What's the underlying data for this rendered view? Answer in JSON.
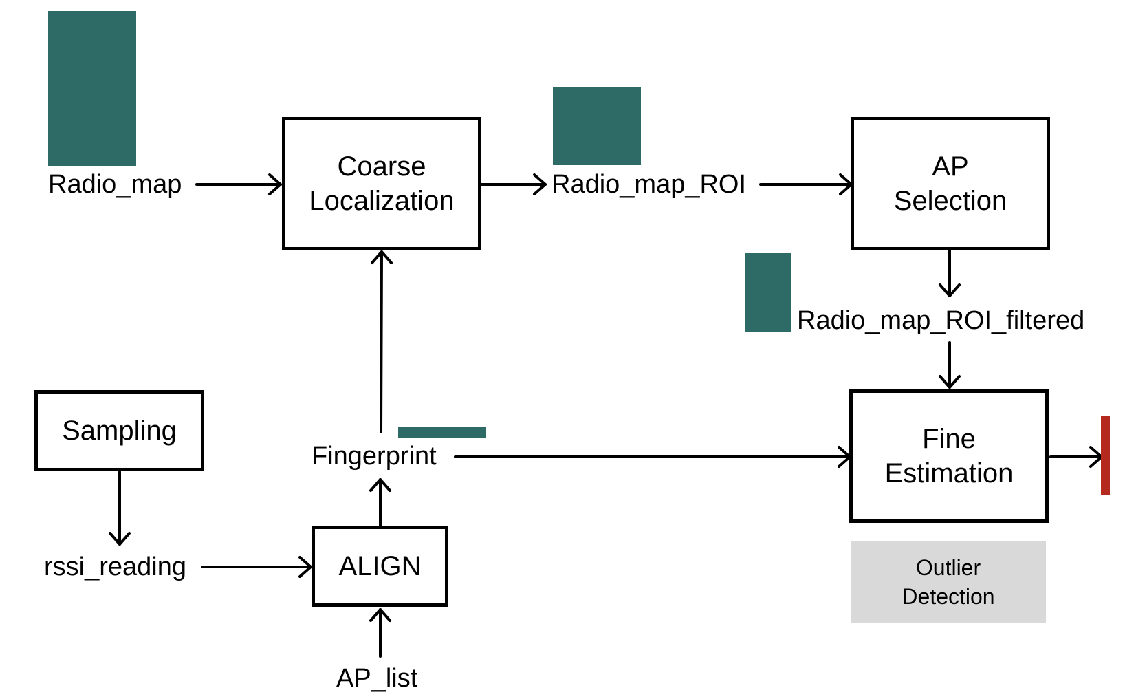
{
  "colors": {
    "stroke": "#000000",
    "data_swatch": "#2e6b66",
    "output_marker": "#b52a1e",
    "note_fill": "#d9d9d9"
  },
  "blocks": {
    "coarse_localization": "Coarse\nLocalization",
    "ap_selection": "AP\nSelection",
    "sampling": "Sampling",
    "fine_estimation": "Fine\nEstimation",
    "align": "ALIGN"
  },
  "data_labels": {
    "radio_map": "Radio_map",
    "radio_map_roi": "Radio_map_ROI",
    "radio_map_roi_filtered": "Radio_map_ROI_filtered",
    "fingerprint": "Fingerprint",
    "rssi_reading": "rssi_reading",
    "ap_list": "AP_list"
  },
  "notes": {
    "outlier_detection": "Outlier\nDetection"
  }
}
